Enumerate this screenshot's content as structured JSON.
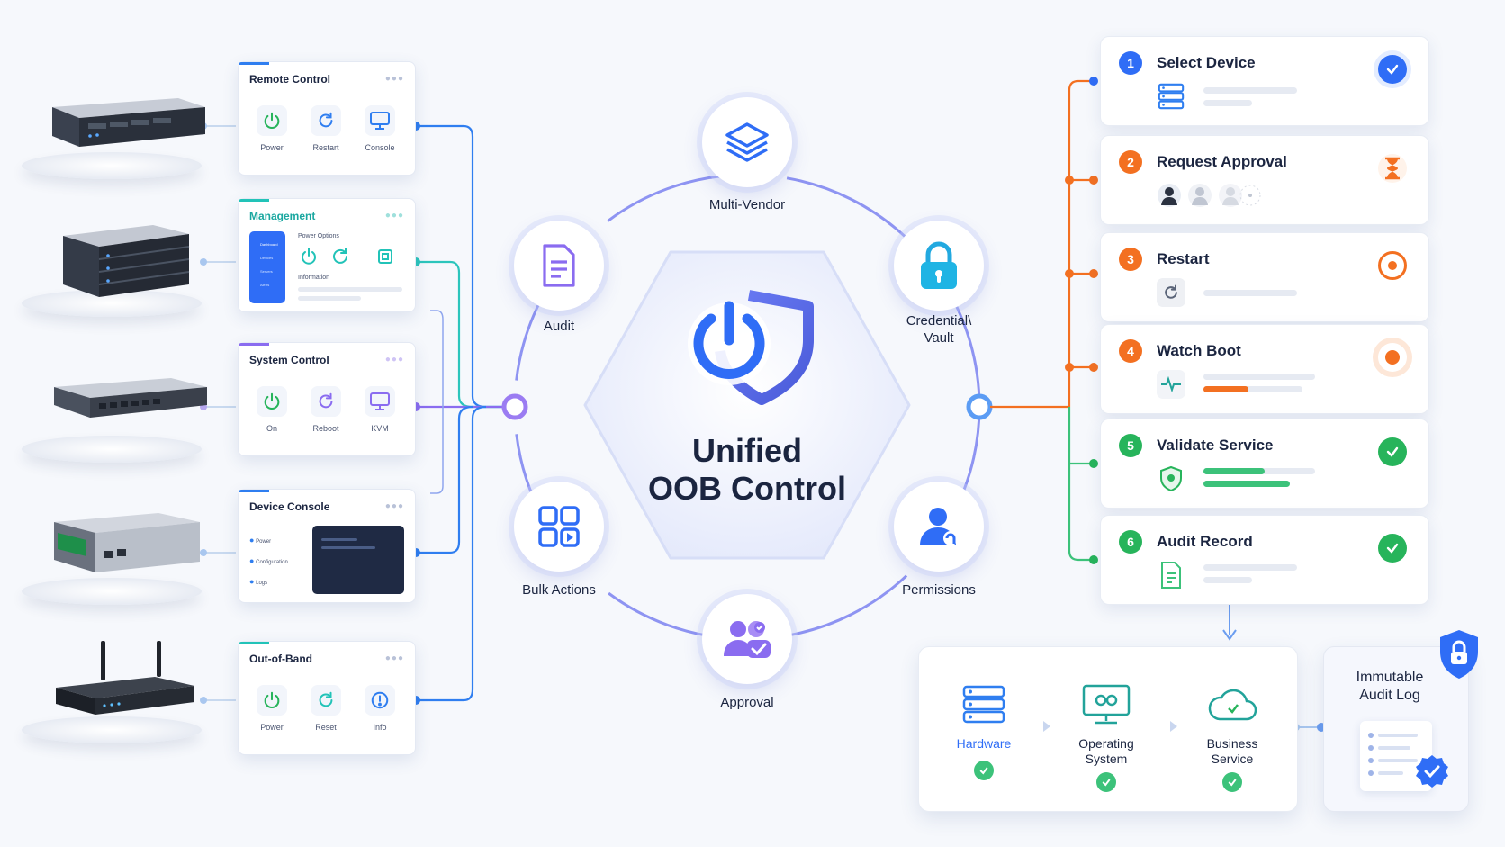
{
  "colors": {
    "blue": "#2f6df6",
    "teal": "#22c3b8",
    "purple": "#8a6cf0",
    "orange": "#f37021",
    "green": "#27b45b",
    "navy": "#1b2540"
  },
  "cards": [
    {
      "title": "Remote Control",
      "tools": [
        {
          "label": "Power",
          "icon": "power-icon"
        },
        {
          "label": "Restart",
          "icon": "restart-icon"
        },
        {
          "label": "Console",
          "icon": "monitor-icon"
        }
      ]
    },
    {
      "title": "Management",
      "power_options": "Power Options",
      "information": "Information",
      "sidebar_items": [
        "Dashboard",
        "Devices",
        "Servers",
        "Alerts"
      ]
    },
    {
      "title": "System Control",
      "tools": [
        {
          "label": "On",
          "icon": "power-icon"
        },
        {
          "label": "Reboot",
          "icon": "restart-icon"
        },
        {
          "label": "KVM",
          "icon": "monitor-icon"
        }
      ]
    },
    {
      "title": "Device Console",
      "menu": [
        "Power",
        "Configuration",
        "Logs"
      ]
    },
    {
      "title": "Out-of-Band",
      "tools": [
        {
          "label": "Power",
          "icon": "power-icon"
        },
        {
          "label": "Reset",
          "icon": "restart-icon"
        },
        {
          "label": "Info",
          "icon": "info-icon"
        }
      ]
    }
  ],
  "hub": {
    "title_line1": "Unified",
    "title_line2": "OOB Control",
    "nodes": {
      "top": "Multi-Vendor",
      "top_left": "Audit",
      "top_right_line1": "Credential\\",
      "top_right_line2": "Vault",
      "bottom_left": "Bulk Actions",
      "bottom_right": "Permissions",
      "bottom": "Approval"
    }
  },
  "steps": [
    {
      "num": "1",
      "title": "Select Device",
      "status": "check"
    },
    {
      "num": "2",
      "title": "Request Approval",
      "status": "hourglass"
    },
    {
      "num": "3",
      "title": "Restart",
      "status": "target"
    },
    {
      "num": "4",
      "title": "Watch Boot",
      "status": "progress",
      "progress": 0.45
    },
    {
      "num": "5",
      "title": "Validate Service",
      "status": "check",
      "progress": 0.55
    },
    {
      "num": "6",
      "title": "Audit Record",
      "status": "check"
    }
  ],
  "validation": {
    "items": [
      {
        "line1": "Hardware",
        "line2": ""
      },
      {
        "line1": "Operating",
        "line2": "System"
      },
      {
        "line1": "Business",
        "line2": "Service"
      }
    ]
  },
  "audit_log": {
    "line1": "Immutable",
    "line2": "Audit Log"
  }
}
